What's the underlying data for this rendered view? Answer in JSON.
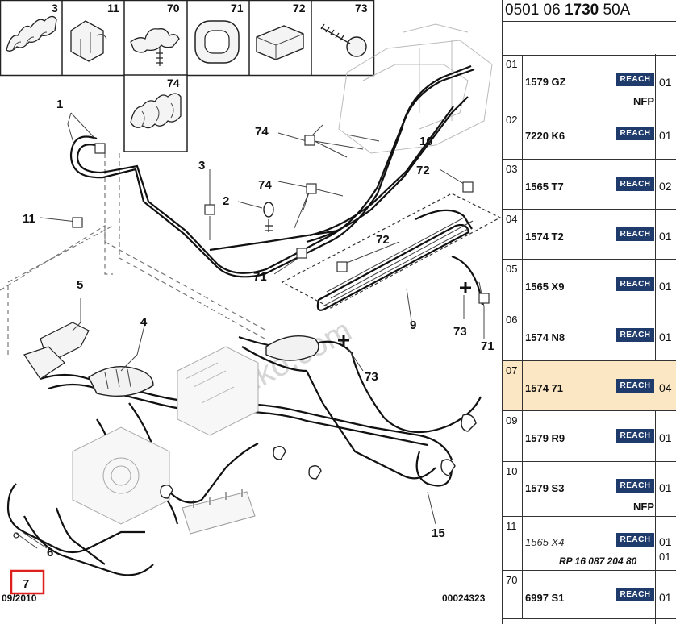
{
  "diagram": {
    "top_parts": [
      {
        "ref": "3"
      },
      {
        "ref": "11"
      },
      {
        "ref": "70"
      },
      {
        "ref": "71"
      },
      {
        "ref": "72"
      },
      {
        "ref": "73"
      },
      {
        "ref": "74"
      }
    ],
    "callouts": {
      "c1": "1",
      "c11": "11",
      "c3": "3",
      "c2": "2",
      "c74a": "74",
      "c74b": "74",
      "c10": "10",
      "c72a": "72",
      "c72b": "72",
      "c71a": "71",
      "c71b": "71",
      "c9": "9",
      "c73a": "73",
      "c73b": "73",
      "c5": "5",
      "c4": "4",
      "c15": "15",
      "c6": "6"
    },
    "selected_ref": "7",
    "date_code": "09/2010",
    "drawing_number": "00024323",
    "watermark": "du.yuko.com"
  },
  "panel": {
    "title": {
      "pre": "0501 06 ",
      "bold": "1730",
      "post": " 50A"
    },
    "rows": [
      {
        "idx": "01",
        "part": "1579 GZ",
        "badge": "REACH",
        "qty": "01",
        "note": "NFP"
      },
      {
        "idx": "02",
        "part": "7220 K6",
        "badge": "REACH",
        "qty": "01"
      },
      {
        "idx": "03",
        "part": "1565 T7",
        "badge": "REACH",
        "qty": "02"
      },
      {
        "idx": "04",
        "part": "1574 T2",
        "badge": "REACH",
        "qty": "01"
      },
      {
        "idx": "05",
        "part": "1565 X9",
        "badge": "REACH",
        "qty": "01"
      },
      {
        "idx": "06",
        "part": "1574 N8",
        "badge": "REACH",
        "qty": "01"
      },
      {
        "idx": "07",
        "part": "1574 71",
        "badge": "REACH",
        "qty": "04"
      },
      {
        "idx": "09",
        "part": "1579 R9",
        "badge": "REACH",
        "qty": "01"
      },
      {
        "idx": "10",
        "part": "1579 S3",
        "badge": "REACH",
        "qty": "01",
        "note": "NFP"
      },
      {
        "idx": "11",
        "part": "1565 X4",
        "badge": "REACH",
        "qty": "01",
        "qty2": "01",
        "note": "RP 16 087 204 80"
      },
      {
        "idx": "70",
        "part": "6997 S1",
        "badge": "REACH",
        "qty": "01"
      }
    ],
    "highlight_color": "#fbe7c3",
    "badge_color": "#1f3b6b"
  }
}
